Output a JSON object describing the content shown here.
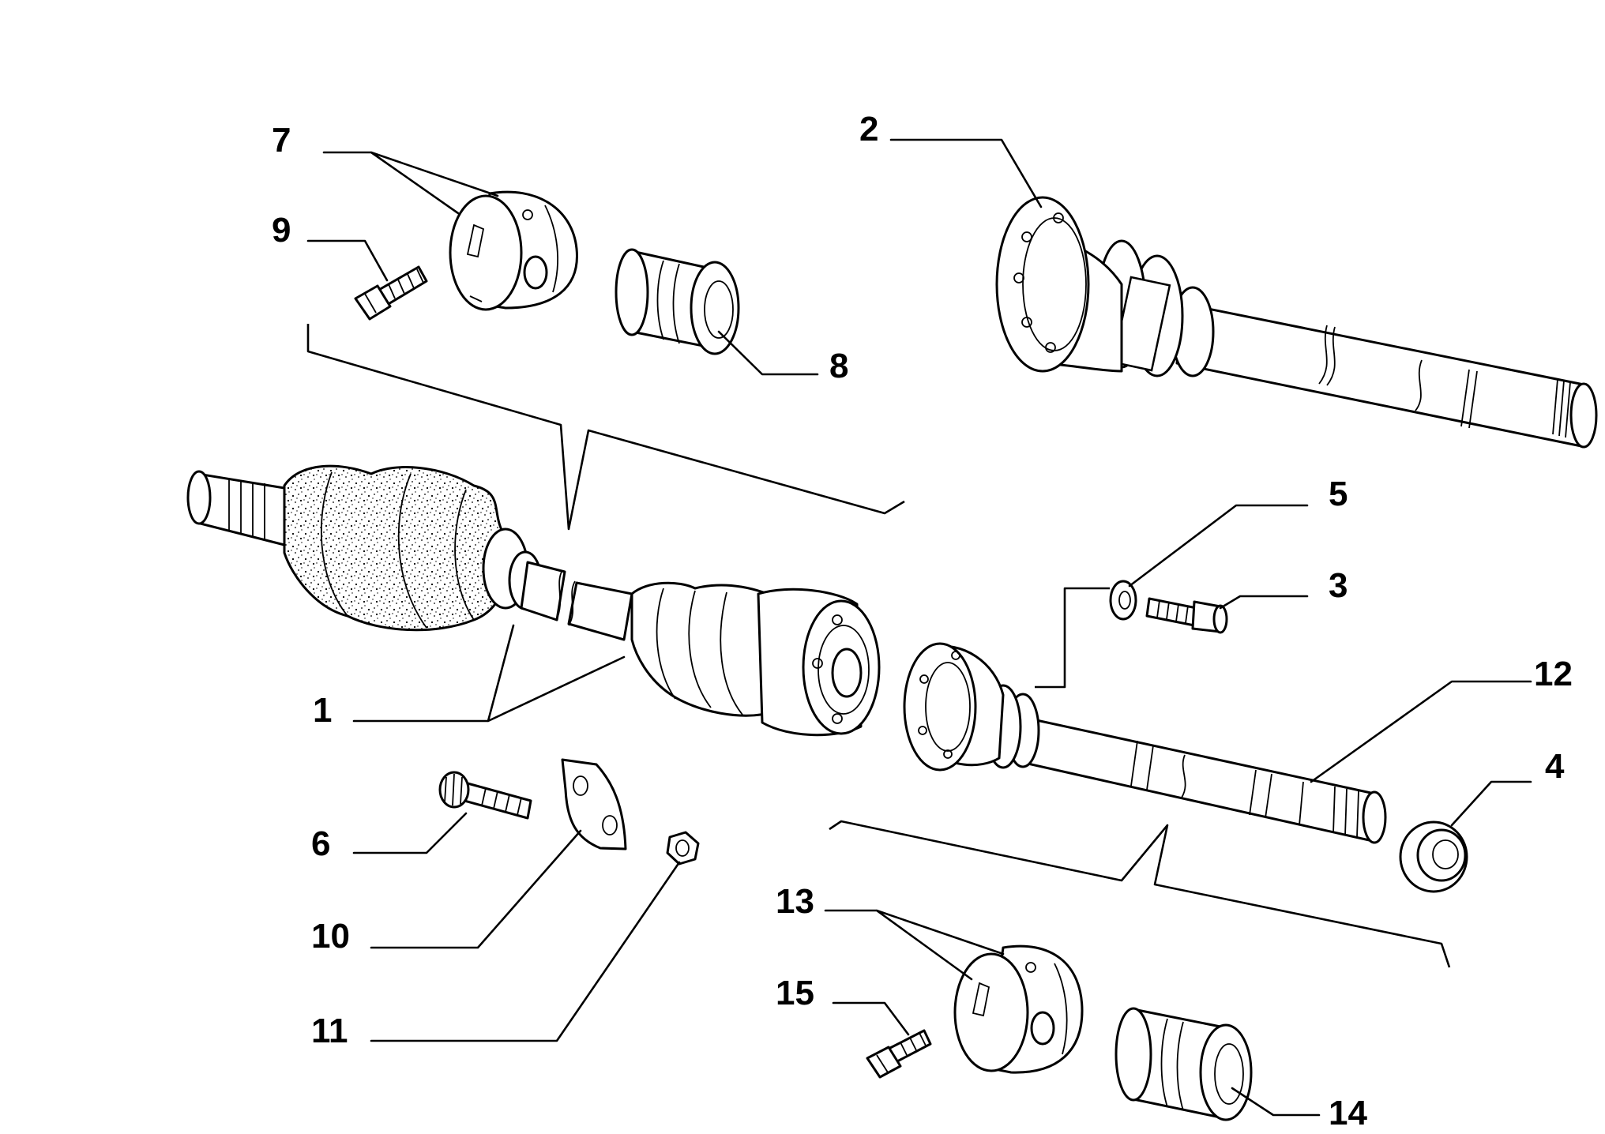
{
  "labels": {
    "p1": "1",
    "p2": "2",
    "p3": "3",
    "p4": "4",
    "p5": "5",
    "p6": "6",
    "p7": "7",
    "p8": "8",
    "p9": "9",
    "p10": "10",
    "p11": "11",
    "p12": "12",
    "p13": "13",
    "p14": "14",
    "p15": "15"
  }
}
